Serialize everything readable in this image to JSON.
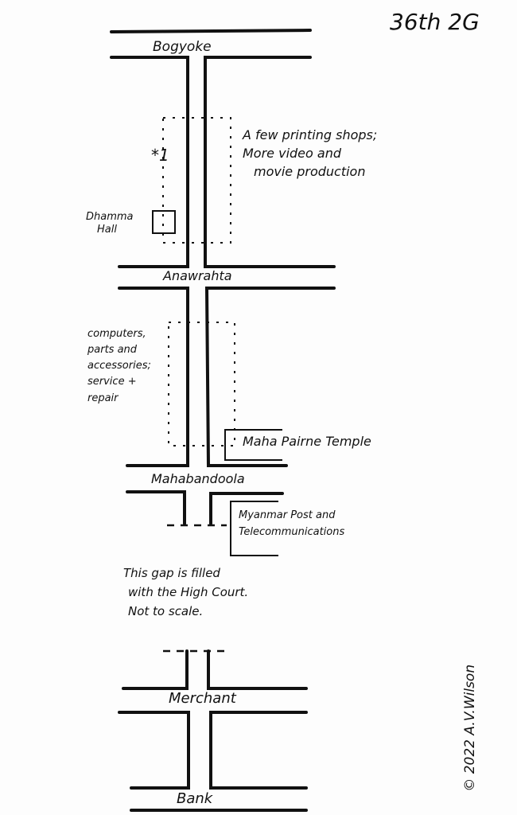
{
  "title": "36th 2G",
  "streets": {
    "bogyoke": "Bogyoke",
    "anawrahta": "Anawrahta",
    "mahabandoola": "Mahabandoola",
    "merchant": "Merchant",
    "bank": "Bank"
  },
  "marker": "*1",
  "landmarks": {
    "dhamma_hall": [
      "Dhamma",
      "Hall"
    ],
    "maha_pairne": "Maha Pairne Temple",
    "myanmar_post": [
      "Myanmar Post and",
      "Telecommunications"
    ]
  },
  "notes": {
    "printing": [
      "A few printing shops;",
      "More video and",
      "movie production"
    ],
    "computers": [
      "computers,",
      "parts and",
      "accessories;",
      "service +",
      "repair"
    ],
    "gap": [
      "This gap is filled",
      "with the High Court.",
      "Not to scale."
    ]
  },
  "credit": "© 2022 A.V.Wilson"
}
